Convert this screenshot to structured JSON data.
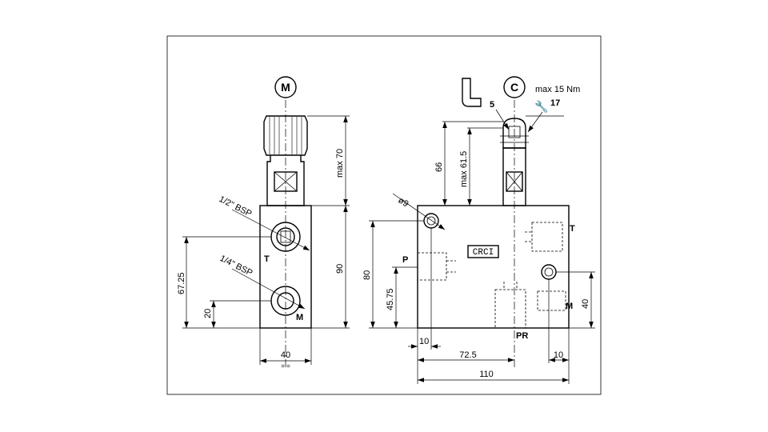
{
  "views": {
    "left": {
      "badge": "M"
    },
    "right": {
      "badge": "C"
    }
  },
  "ports": {
    "left_upper": {
      "thread": "1/2\" BSP",
      "label": "T"
    },
    "left_lower": {
      "thread": "1/4\" BSP",
      "label": "M"
    },
    "right": {
      "t": "T",
      "p": "P",
      "m": "M",
      "pr": "PR"
    }
  },
  "nameplate": "CRCI",
  "adjustment": {
    "torque": "max 15 Nm",
    "hex_key": "5",
    "wrench": "17"
  },
  "hole_dia": "ø9",
  "dimensions": {
    "left": {
      "max70": "max 70",
      "ninety": "90",
      "d6725": "67.25",
      "twenty": "20",
      "forty": "40",
      "equal_marks": "= ="
    },
    "right": {
      "sixtysix": "66",
      "max615": "max 61.5",
      "eighty": "80",
      "d4575": "45.75",
      "forty": "40",
      "ten_left": "10",
      "d725": "72.5",
      "ten_right": "10",
      "total": "110"
    }
  }
}
